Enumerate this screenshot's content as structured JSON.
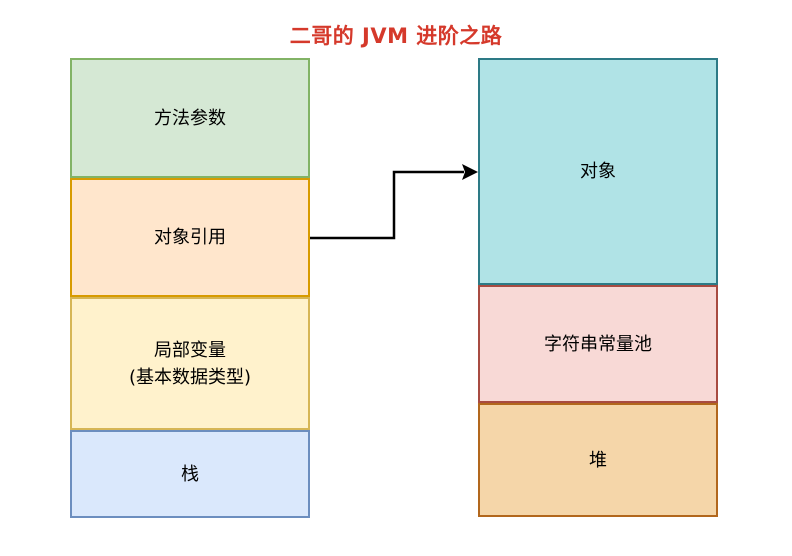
{
  "title": {
    "text": "二哥的 JVM 进阶之路",
    "color": "#d5392b"
  },
  "stack_column": {
    "name": "栈 (stack)",
    "boxes": [
      {
        "label": "方法参数",
        "fill": "#d5e8d4",
        "stroke": "#82b366"
      },
      {
        "label": "对象引用",
        "fill": "#ffe6cc",
        "stroke": "#d79b00"
      },
      {
        "label": "局部变量\n(基本数据类型)",
        "fill": "#fff2cc",
        "stroke": "#d6b656"
      },
      {
        "label": "栈",
        "fill": "#dae8fc",
        "stroke": "#6c8ebf"
      }
    ]
  },
  "heap_column": {
    "name": "堆 (heap)",
    "boxes": [
      {
        "label": "对象",
        "fill": "#b0e3e6",
        "stroke": "#2d7a86"
      },
      {
        "label": "字符串常量池",
        "fill": "#f8d9d6",
        "stroke": "#a84b41"
      },
      {
        "label": "堆",
        "fill": "#f5d6a9",
        "stroke": "#b2671d"
      }
    ]
  },
  "arrow": {
    "from": "对象引用",
    "to": "对象",
    "color": "#000000"
  }
}
